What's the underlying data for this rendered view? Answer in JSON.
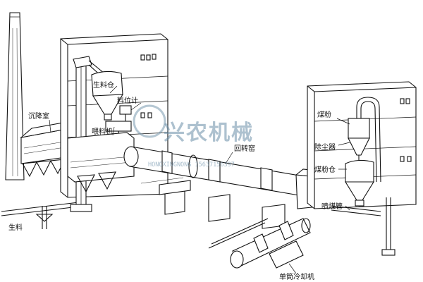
{
  "labels": {
    "raw_meal": "生料",
    "settling_chamber": "沉降室",
    "feeder": "喂料机",
    "raw_meal_bin": "生料仓",
    "level_meter": "料位计",
    "rotary_kiln": "回转窑",
    "coal_powder": "煤粉",
    "dust_collector": "除尘器",
    "coal_bin": "煤粉仓",
    "coal_pipe": "喷煤管",
    "single_cylinder_cooler": "单筒冷却机"
  },
  "watermark": {
    "brand": "兴农机械",
    "contact": "HONGXINGNONG 15637156397"
  }
}
